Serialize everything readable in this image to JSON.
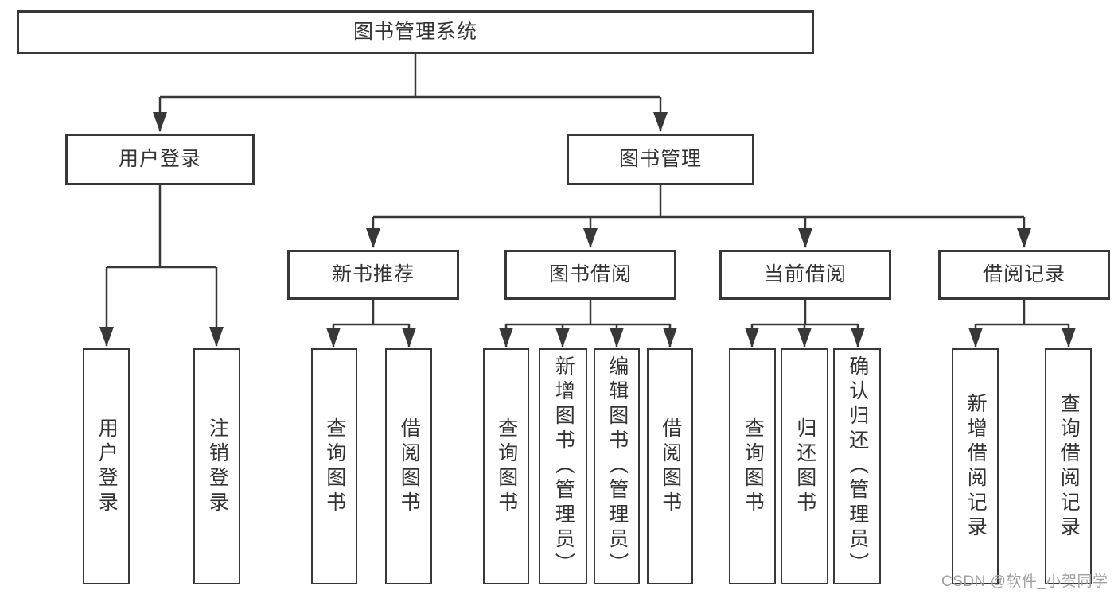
{
  "diagram": {
    "root": {
      "label": "图书管理系统",
      "children": [
        {
          "label": "用户登录",
          "children": [
            {
              "label": "用户登录"
            },
            {
              "label": "注销登录"
            }
          ]
        },
        {
          "label": "图书管理",
          "children": [
            {
              "label": "新书推荐",
              "children": [
                {
                  "label": "查询图书"
                },
                {
                  "label": "借阅图书"
                }
              ]
            },
            {
              "label": "图书借阅",
              "children": [
                {
                  "label": "查询图书"
                },
                {
                  "label": "新增图书（管理员）"
                },
                {
                  "label": "编辑图书（管理员）"
                },
                {
                  "label": "借阅图书"
                }
              ]
            },
            {
              "label": "当前借阅",
              "children": [
                {
                  "label": "查询图书"
                },
                {
                  "label": "归还图书"
                },
                {
                  "label": "确认归还（管理员）"
                }
              ]
            },
            {
              "label": "借阅记录",
              "children": [
                {
                  "label": "新增借阅记录"
                },
                {
                  "label": "查询借阅记录"
                }
              ]
            }
          ]
        }
      ]
    }
  },
  "watermark": {
    "text": "CSDN @软件_小贺同学"
  },
  "colors": {
    "line": "#383838",
    "border": "#383838",
    "text": "#333333",
    "background": "#ffffff",
    "watermark": "#a0a0a0"
  }
}
